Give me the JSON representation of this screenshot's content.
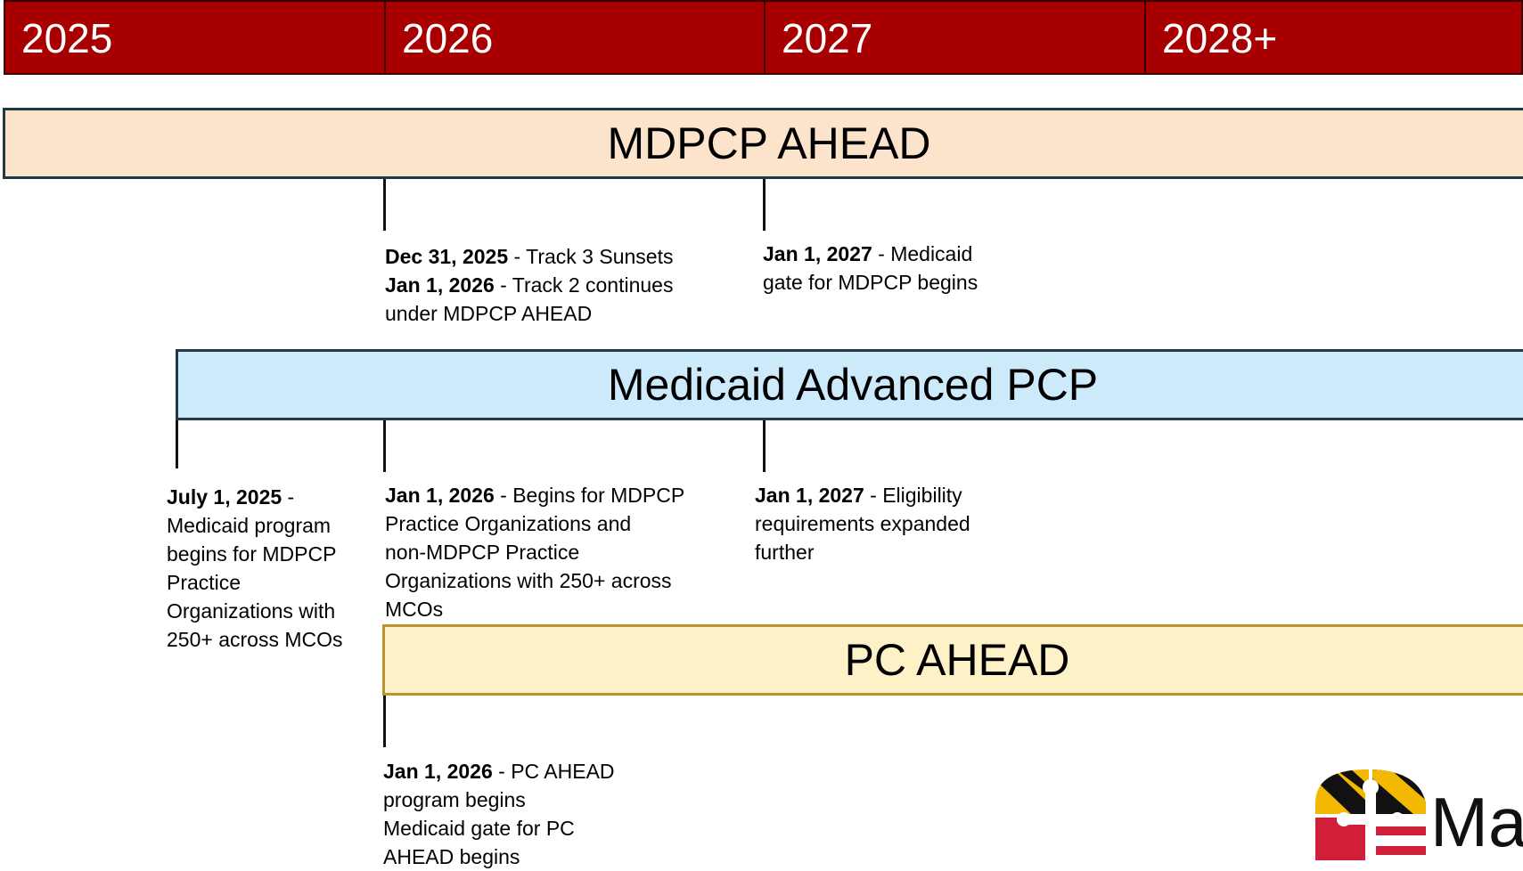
{
  "years": [
    "2025",
    "2026",
    "2027",
    "2028+"
  ],
  "bars": {
    "mdpcp": "MDPCP AHEAD",
    "medicaid": "Medicaid Advanced PCP",
    "pc": "PC AHEAD"
  },
  "notes": {
    "mdpcp_2026": {
      "date1": "Dec 31, 2025",
      "text1": " - Track 3 Sunsets",
      "date2": "Jan 1, 2026",
      "text2": " - Track 2 continues",
      "text3": "under MDPCP AHEAD"
    },
    "mdpcp_2027": {
      "date": "Jan 1, 2027",
      "text1": " - Medicaid",
      "text2": "gate for MDPCP begins"
    },
    "medicaid_2025": {
      "date": "July 1, 2025",
      "text1": " -",
      "text2": "Medicaid program",
      "text3": "begins for MDPCP",
      "text4": "Practice",
      "text5": "Organizations with",
      "text6": "250+ across MCOs"
    },
    "medicaid_2026": {
      "date": "Jan 1, 2026",
      "text1": " - Begins for MDPCP",
      "text2": "Practice Organizations and",
      "text3": "non-MDPCP Practice",
      "text4": "Organizations with 250+ across",
      "text5": "MCOs"
    },
    "medicaid_2027": {
      "date": "Jan 1, 2027",
      "text1": " - Eligibility",
      "text2": "requirements expanded",
      "text3": "further"
    },
    "pc_2026": {
      "date": "Jan 1, 2026",
      "text1": " - PC AHEAD",
      "text2": "program begins",
      "text3": "Medicaid gate for PC",
      "text4": "AHEAD begins"
    }
  },
  "logo": {
    "word": "Ma"
  },
  "colors": {
    "year_bar": "#a80000",
    "mdpcp_fill": "#fce4cc",
    "medicaid_fill": "#cdeafb",
    "pc_fill": "#fdf1c8",
    "pc_border": "#b8922e"
  }
}
